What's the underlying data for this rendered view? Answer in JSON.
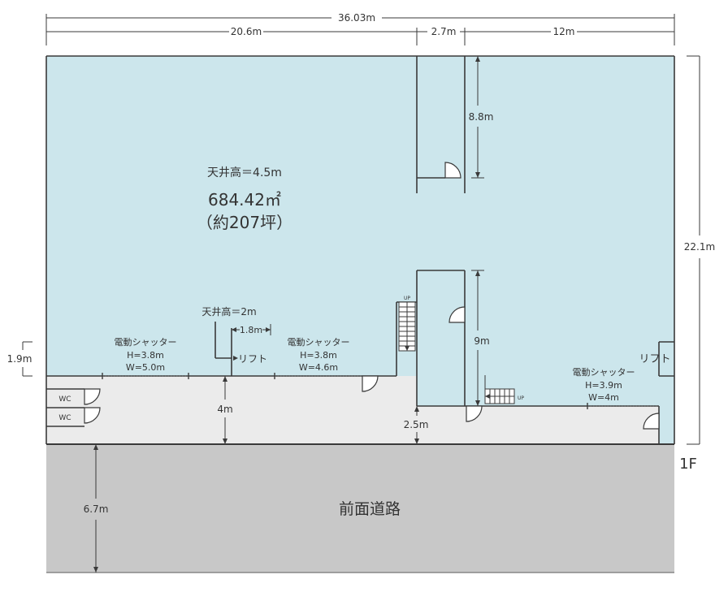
{
  "dimensions": {
    "total_width": "36.03m",
    "left_width": "20.6m",
    "middle_width": "2.7m",
    "right_width": "12m",
    "total_depth": "22.1m",
    "upper_room_depth": "8.8m",
    "lower_room_depth": "9m",
    "left_offset": "1.9m",
    "corridor_depth": "4m",
    "road_width": "6.7m",
    "front_gap": "2.5m",
    "lift_width": "1.8m"
  },
  "main_area": {
    "ceiling_height": "天井高＝4.5m",
    "area": "684.42㎡",
    "tsubo": "（約207坪）"
  },
  "low_ceiling": "天井高＝2m",
  "lifts": {
    "center": "リフト",
    "right": "リフト"
  },
  "shutters": [
    {
      "label": "電動シャッター",
      "height": "H=3.8m",
      "width": "W=5.0m"
    },
    {
      "label": "電動シャッター",
      "height": "H=3.8m",
      "width": "W=4.6m"
    },
    {
      "label": "電動シャッター",
      "height": "H=3.9m",
      "width": "W=4m"
    }
  ],
  "wc": [
    "WC",
    "WC"
  ],
  "stairs": {
    "up_left": "UP",
    "up_right": "UP"
  },
  "floor": "1F",
  "road": "前面道路",
  "colors": {
    "main": "#cce6ec",
    "corridor": "#ebebeb",
    "road": "#c8c8c8",
    "line": "#3a3a3a"
  }
}
